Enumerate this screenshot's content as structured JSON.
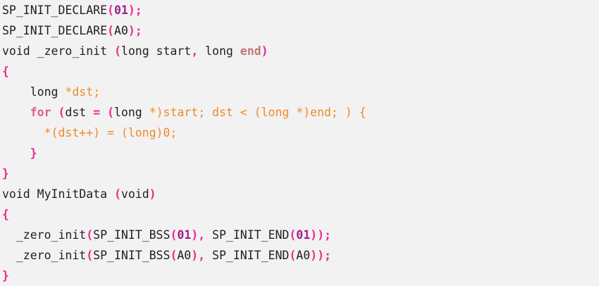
{
  "colors": {
    "plain": "#1f1f1f",
    "paren": "#ec2b8f",
    "number": "#a0208c",
    "keyword": "#e05b95",
    "keyword_end": "#c07878",
    "body": "#ef8a28"
  },
  "lines": [
    [
      [
        "plain",
        "SP_INIT_DECLARE"
      ],
      [
        "paren",
        "("
      ],
      [
        "number",
        "01"
      ],
      [
        "paren",
        ");"
      ]
    ],
    [
      [
        "plain",
        "SP_INIT_DECLARE"
      ],
      [
        "paren",
        "("
      ],
      [
        "plain",
        "A0"
      ],
      [
        "paren",
        ");"
      ]
    ],
    [
      [
        "plain",
        "void _zero_init "
      ],
      [
        "paren",
        "("
      ],
      [
        "plain",
        "long start"
      ],
      [
        "paren",
        ","
      ],
      [
        "plain",
        " long "
      ],
      [
        "keyword_end",
        "end"
      ],
      [
        "paren",
        ")"
      ]
    ],
    [
      [
        "paren",
        "{"
      ]
    ],
    [
      [
        "plain",
        "    long "
      ],
      [
        "body",
        "*dst;"
      ]
    ],
    [
      [
        "keyword",
        "    for "
      ],
      [
        "paren",
        "("
      ],
      [
        "plain",
        "dst "
      ],
      [
        "paren",
        "="
      ],
      [
        "plain",
        " "
      ],
      [
        "paren",
        "("
      ],
      [
        "plain",
        "long "
      ],
      [
        "body",
        "*)start; dst < (long *)end; ) {"
      ]
    ],
    [
      [
        "body",
        "      *(dst++) = (long)0;"
      ]
    ],
    [
      [
        "paren",
        "    }"
      ]
    ],
    [
      [
        "paren",
        "}"
      ]
    ],
    [
      [
        "plain",
        "void MyInitData "
      ],
      [
        "paren",
        "("
      ],
      [
        "plain",
        "void"
      ],
      [
        "paren",
        ")"
      ]
    ],
    [
      [
        "paren",
        "{"
      ]
    ],
    [
      [
        "plain",
        "  _zero_init"
      ],
      [
        "paren",
        "("
      ],
      [
        "plain",
        "SP_INIT_BSS"
      ],
      [
        "paren",
        "("
      ],
      [
        "number",
        "01"
      ],
      [
        "paren",
        "),"
      ],
      [
        "plain",
        " SP_INIT_END"
      ],
      [
        "paren",
        "("
      ],
      [
        "number",
        "01"
      ],
      [
        "paren",
        "));"
      ]
    ],
    [
      [
        "plain",
        "  _zero_init"
      ],
      [
        "paren",
        "("
      ],
      [
        "plain",
        "SP_INIT_BSS"
      ],
      [
        "paren",
        "("
      ],
      [
        "plain",
        "A0"
      ],
      [
        "paren",
        "),"
      ],
      [
        "plain",
        " SP_INIT_END"
      ],
      [
        "paren",
        "("
      ],
      [
        "plain",
        "A0"
      ],
      [
        "paren",
        "));"
      ]
    ],
    [
      [
        "paren",
        "}"
      ]
    ]
  ]
}
